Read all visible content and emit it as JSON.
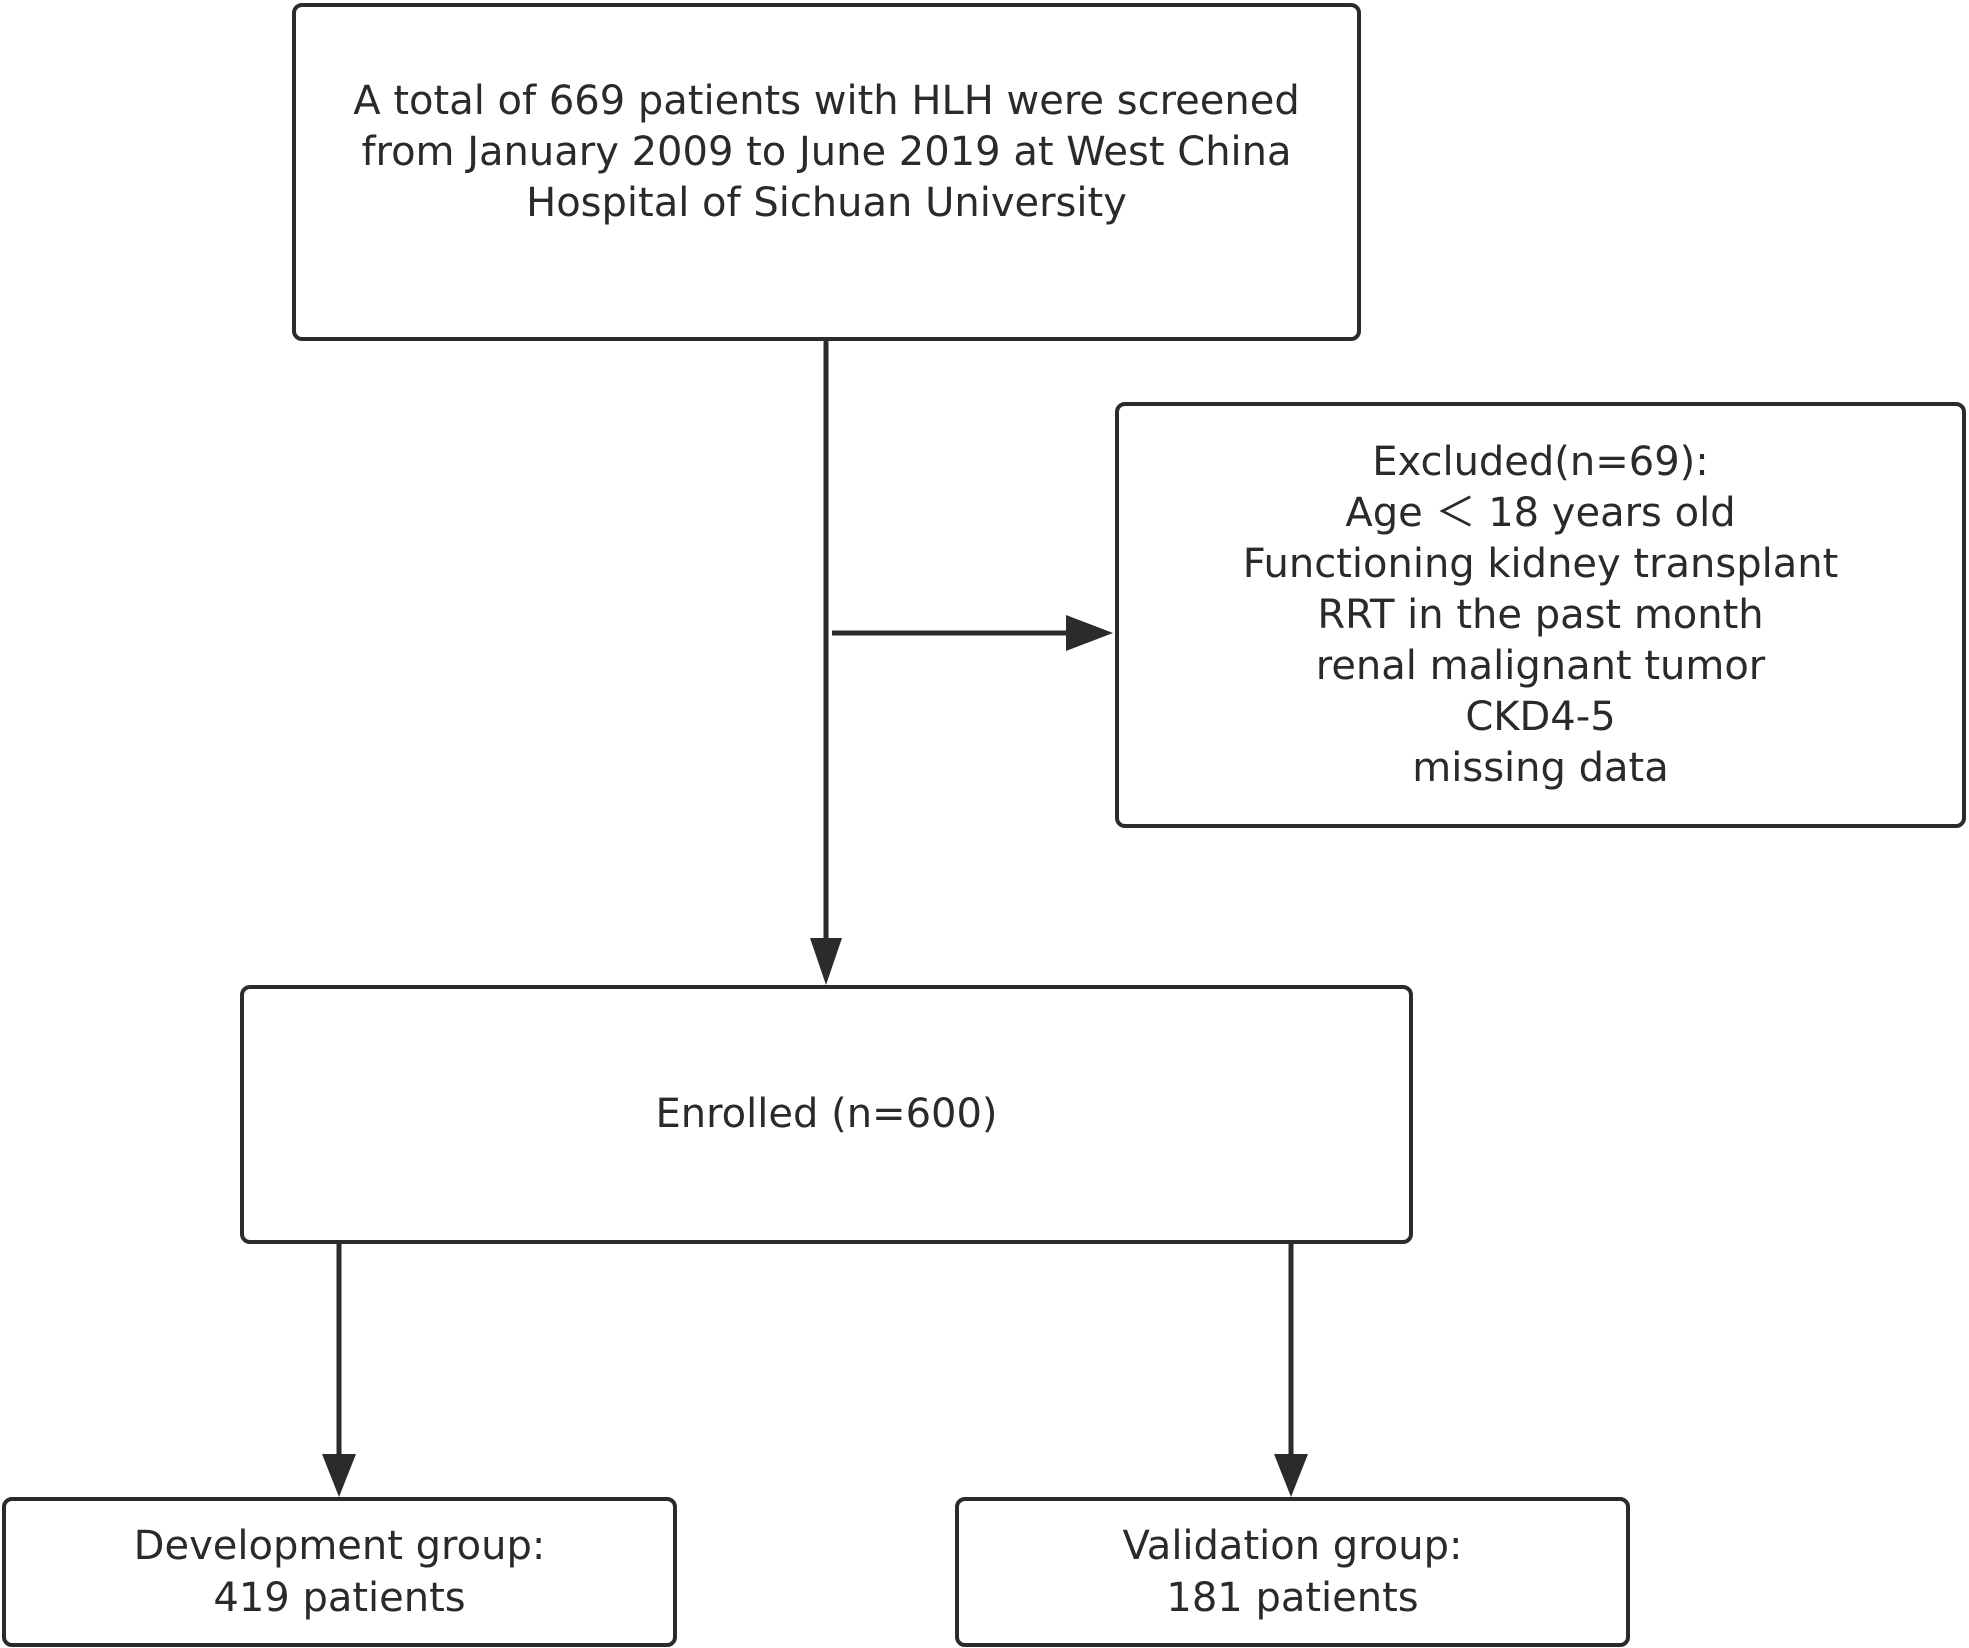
{
  "flowchart": {
    "screened": {
      "lines": [
        "A total of 669 patients with HLH were screened",
        "from January 2009 to June 2019 at West China",
        "Hospital of Sichuan University"
      ]
    },
    "excluded": {
      "lines": [
        "Excluded(n=69):",
        "Age ＜ 18 years old",
        "Functioning kidney transplant",
        "RRT in the past month",
        "renal malignant tumor",
        "CKD4-5",
        "missing data"
      ]
    },
    "enrolled": {
      "label": "Enrolled (n=600)"
    },
    "development": {
      "lines": [
        "Development group:",
        "419 patients"
      ]
    },
    "validation": {
      "lines": [
        "Validation group:",
        "181 patients"
      ]
    }
  },
  "colors": {
    "stroke": "#2b2b2b",
    "text": "#2a2a2a",
    "background": "#ffffff"
  }
}
